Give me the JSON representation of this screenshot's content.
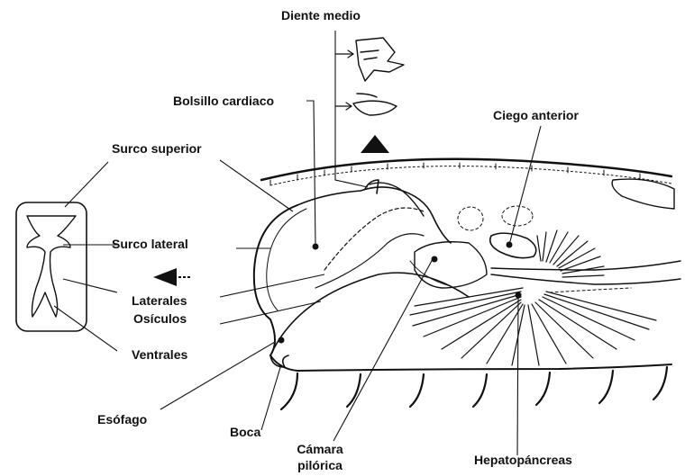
{
  "labels": {
    "diente_medio": "Diente medio",
    "bolsillo_cardiaco": "Bolsillo cardiaco",
    "ciego_anterior": "Ciego anterior",
    "surco_superior": "Surco superior",
    "surco_lateral": "Surco lateral",
    "laterales": "Laterales",
    "osiculos": "Osículos",
    "ventrales": "Ventrales",
    "esofago": "Esófago",
    "boca": "Boca",
    "camara_line1": "Cámara",
    "camara_line2": "pilórica",
    "hepatopancreas": "Hepatopáncreas"
  },
  "colors": {
    "ink": "#111111",
    "background": "#ffffff"
  }
}
